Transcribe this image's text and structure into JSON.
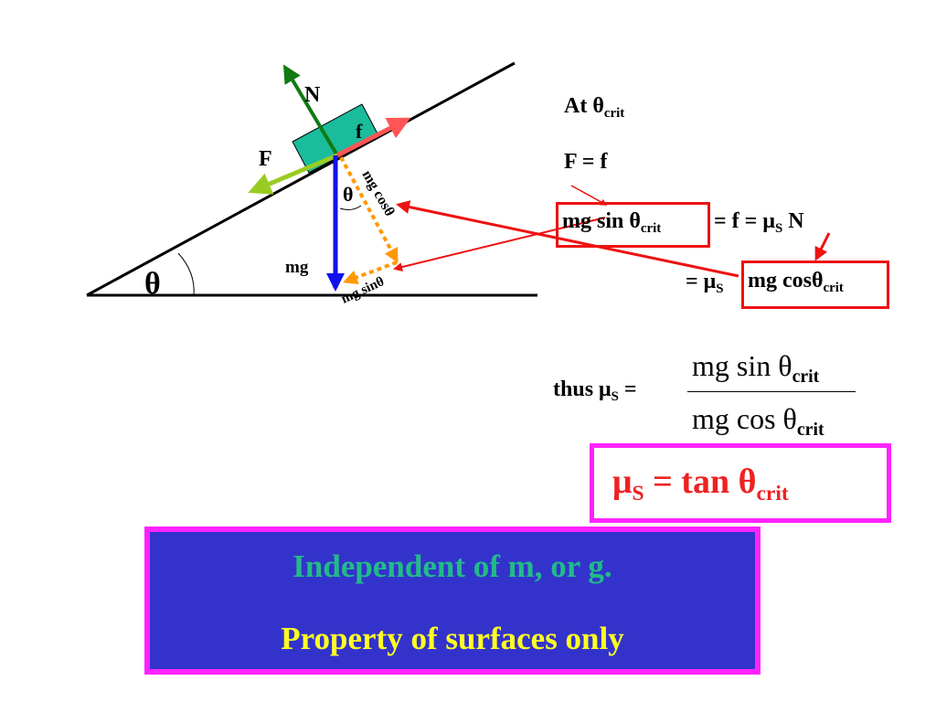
{
  "diagram": {
    "incline_angle_label": "θ",
    "block_angle_label": "θ",
    "force_labels": {
      "normal": "N",
      "friction": "f",
      "applied": "F",
      "weight": "mg",
      "parallel_component": "mg sinθ",
      "perpendicular_component": "mg cosθ"
    },
    "colors": {
      "incline": "#000000",
      "block_fill": "#1abc9c",
      "normal_arrow": "#117a11",
      "friction_arrow": "#ff5555",
      "applied_arrow": "#99cc22",
      "weight_arrow": "#1111ee",
      "component_arrows": "#ff9900",
      "highlight_arrows": "#ee1111"
    }
  },
  "equations": {
    "at_label": "At θ",
    "at_sub": "crit",
    "f_equals": "F = f",
    "line3_box": "mg sin θ",
    "line3_box_sub": "crit",
    "line3_rest_a": "= f = μ",
    "line3_rest_sub": "S",
    "line3_rest_b": " N",
    "line4_prefix": "= μ",
    "line4_prefix_sub": "S",
    "line4_box": "mg cosθ",
    "line4_box_sub": "crit",
    "thus_label": "thus μ",
    "thus_sub": "S",
    "thus_eq": " =",
    "numerator": "mg sin θ",
    "numerator_sub": "crit",
    "denominator": "mg cos θ",
    "denominator_sub": "crit"
  },
  "result": {
    "text_a": "μ",
    "text_sub": "S",
    "text_b": " = tan θ",
    "text_sub2": "crit",
    "color": "#ee2222"
  },
  "conclusion": {
    "line1": "Independent of m, or g.",
    "line1_color": "#22bb88",
    "line2": "Property of surfaces only",
    "line2_color": "#ffff22"
  }
}
